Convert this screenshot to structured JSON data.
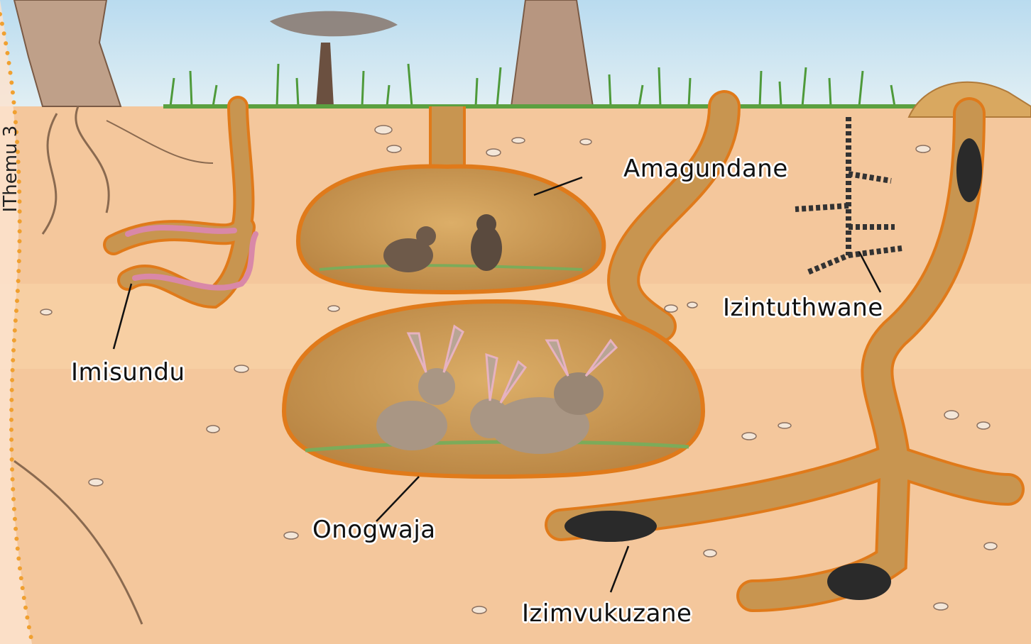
{
  "side_tab": {
    "text": "IThemu 3"
  },
  "labels": {
    "amagundane": "Amagundane",
    "izintuthwane": "Izintuthwane",
    "imisundu": "Imisundu",
    "onogwaja": "Onogwaja",
    "izimvukuzane": "Izimvukuzane"
  },
  "colors": {
    "sky": "#cfe6f2",
    "soil": "#f4c79c",
    "soil_light": "#f8dcb6",
    "burrow": "#c89550",
    "burrow_edge": "#e07a1a",
    "grass": "#4e9a3a",
    "tab_dots": "#f0a030",
    "tab_bg": "#fbe3cf"
  }
}
